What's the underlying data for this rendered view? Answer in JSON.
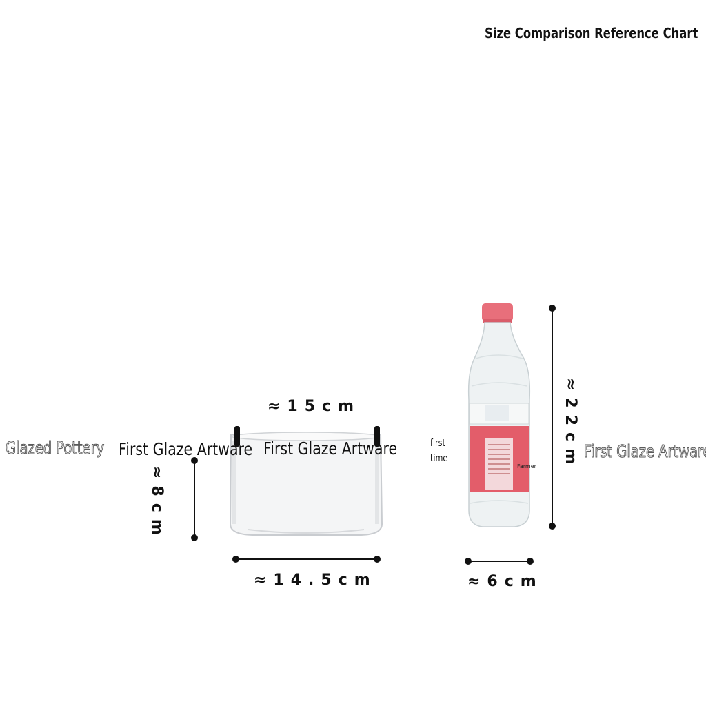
{
  "title": "Size Comparison Reference Chart",
  "watermarks": {
    "left": "Glazed Pottery",
    "right": "First Glaze Artware"
  },
  "brand_labels": [
    "First Glaze Artware",
    "First Glaze Artware"
  ],
  "dimensions": {
    "container_top_width": "≈15cm",
    "container_bottom_width": "≈14.5cm",
    "container_height": "≈8cm",
    "bottle_height": "≈22cm",
    "bottle_width": "≈6cm"
  },
  "bottle_side_text": {
    "first_time": [
      "first",
      "time"
    ],
    "farmer": "Farmer"
  },
  "colors": {
    "bottle_cap": "#e86f7b",
    "bottle_label": "#e35d6a",
    "dimension_line": "#111111"
  }
}
